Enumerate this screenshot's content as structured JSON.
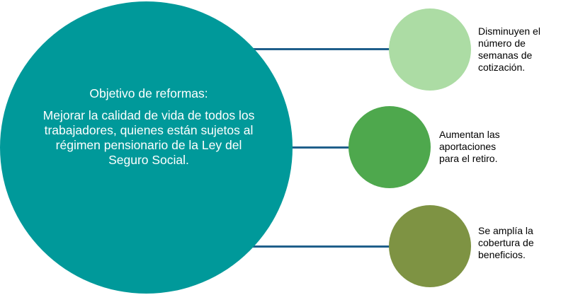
{
  "center": {
    "heading": "Objetivo de reformas:",
    "body": "Mejorar la calidad de vida de todos los trabajadores, quienes están sujetos al régimen pensionario de la Ley del Seguro Social.",
    "color": "#00999a",
    "text_color": "#ffffff"
  },
  "connector_color": "#1f5f8b",
  "nodes": [
    {
      "label": "Disminuyen el\nnúmero de\nsemanas de\ncotización.",
      "color": "#acdca4"
    },
    {
      "label": "Aumentan las\naportaciones\npara el retiro.",
      "color": "#4ea84d"
    },
    {
      "label": "Se amplía la\ncobertura de\nbeneficios.",
      "color": "#7e9343"
    }
  ]
}
